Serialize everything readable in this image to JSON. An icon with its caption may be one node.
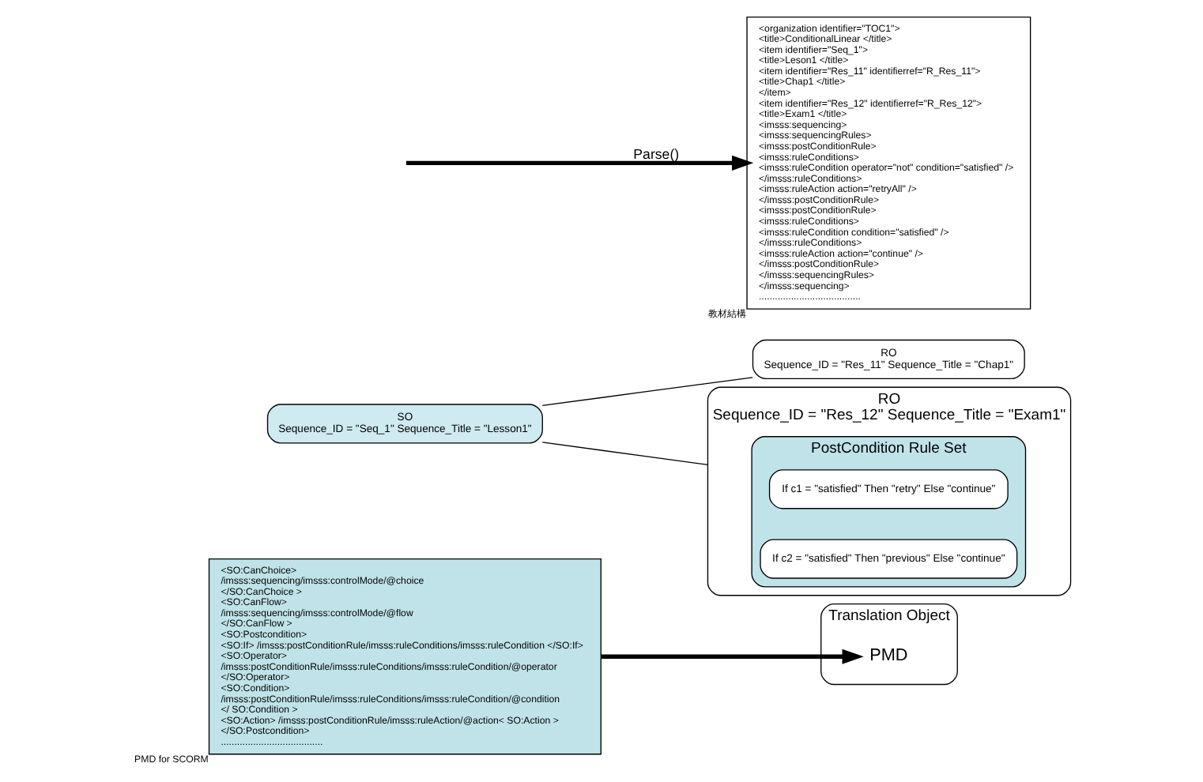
{
  "diagram": {
    "nodes": [
      {
        "text": [
          "<SO:CanChoice>",
          "/imsss:sequencing/imsss:controlMode/@choice",
          "</SO:CanChoice >",
          "<SO:CanFlow>",
          "/imsss:sequencing/imsss:controlMode/@flow",
          "</SO:CanFlow >",
          "<SO:Postcondition>",
          "<SO:If> /imsss:postConditionRule/imsss:ruleConditions/imsss:ruleCondition </SO:If>",
          "<SO:Operator>",
          "/imsss:postConditionRule/imsss:ruleConditions/imsss:ruleCondition/@operator",
          "</SO:Operator>",
          "<SO:Condition>",
          "/imsss:postConditionRule/imsss:ruleConditions/imsss:ruleCondition/@condition",
          "</ SO:Condition >",
          "<SO:Action> /imsss:postConditionRule/imsss:ruleAction/@action< SO:Action >",
          "</SO:Postcondition>",
          "......................................"
        ],
        "beside": [
          "PMD for SCORM"
        ]
      },
      {
        "text": [
          "SO",
          "Sequence_ID = \"Seq_1\" Sequence_Title = \"Lesson1\""
        ]
      },
      {
        "text": [
          "RO",
          "Sequence_ID = \"Res_11\" Sequence_Title = \"Chap1\""
        ]
      },
      {
        "text": [
          "RO",
          "Sequence_ID = \"Res_12\" Sequence_Title = \"Exam1\""
        ]
      },
      {
        "text": [
          "PostCondition Rule Set"
        ],
        "in": 3
      },
      {
        "text": [
          "If c1 = \"satisfied\" Then \"retry\" Else \"continue\""
        ],
        "in": 4
      },
      {
        "text": [
          "If c2 = \"satisfied\" Then \"previous\" Else \"continue\""
        ],
        "in": 4
      },
      {
        "text": [
          "Translation Object"
        ]
      },
      {
        "text": [
          "PMD"
        ],
        "in": 7
      },
      {
        "text": [
          "<organization identifier=\"TOC1\">",
          "<title>ConditionalLinear </title>",
          "<item identifier=\"Seq_1\">",
          "<title>Leson1 </title>",
          "<item identifier=\"Res_11\" identifierref=\"R_Res_11\">",
          "<title>Chap1 </title>",
          "</item>",
          "<item identifier=\"Res_12\" identifierref=\"R_Res_12\">",
          "<title>Exam1 </title>",
          "<imsss:sequencing>",
          "<imsss:sequencingRules>",
          "<imsss:postConditionRule>",
          "<imsss:ruleConditions>",
          "<imsss:ruleCondition operator=\"not\" condition=\"satisfied\" />",
          "</imsss:ruleConditions>",
          "<imsss:ruleAction action=\"retryAll\" />",
          "</imsss:postConditionRule>",
          "<imsss:postConditionRule>",
          "<imsss:ruleConditions>",
          "<imsss:ruleCondition condition=\"satisfied\" />",
          "</imsss:ruleConditions>",
          "<imsss:ruleAction action=\"continue\" />",
          "</imsss:postConditionRule>",
          "</imsss:sequencingRules>",
          "</imsss:sequencing>",
          "......................................"
        ],
        "beside": [
          "教材結構"
        ]
      }
    ],
    "edges": [
      {
        "from": 0,
        "to": 8,
        "arrow": "to",
        "style": "thick"
      },
      {
        "from": 1,
        "to": 2,
        "arrow": "none"
      },
      {
        "from": 1,
        "to": 3,
        "arrow": "none"
      },
      {
        "from": null,
        "to": 9,
        "label": "Parse()",
        "arrow": "to",
        "style": "thick"
      }
    ]
  }
}
